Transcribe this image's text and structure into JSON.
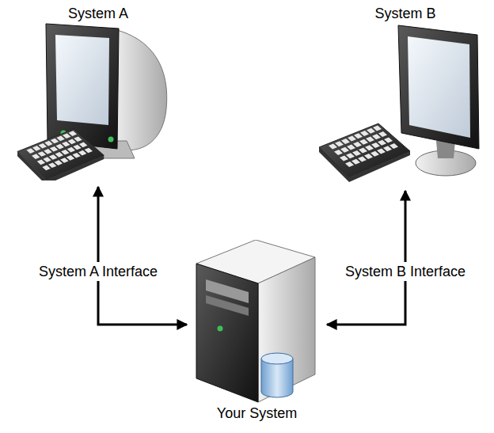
{
  "diagram": {
    "nodes": [
      {
        "text": [
          "System A"
        ]
      },
      {
        "text": [
          "System B"
        ]
      },
      {
        "text": [
          "Your System"
        ]
      }
    ],
    "edges": [
      {
        "from": 0,
        "to": 2,
        "arrow": "both",
        "label": "System A Interface"
      },
      {
        "from": 1,
        "to": 2,
        "arrow": "both",
        "label": "System B Interface"
      }
    ]
  }
}
